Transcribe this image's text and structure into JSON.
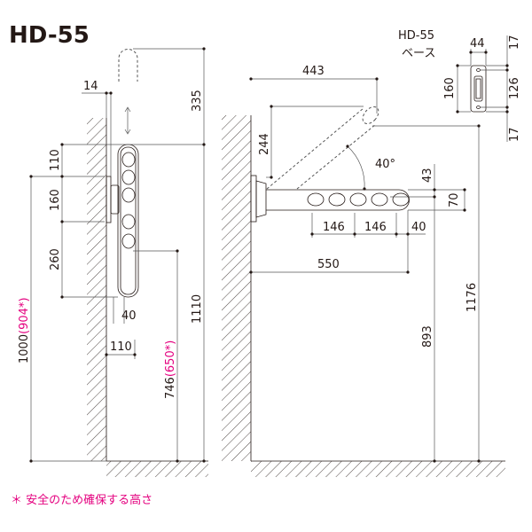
{
  "title": "HD-55",
  "left_view": {
    "dims": {
      "d14": "14",
      "d335": "335",
      "d110": "110",
      "d160": "160",
      "d260": "260",
      "d1000": "1000",
      "d1000_alt": "(904*)",
      "d40": "40",
      "d110b": "110",
      "d746": "746",
      "d746_alt": "(650*)",
      "d1110": "1110"
    }
  },
  "right_view": {
    "dims": {
      "d443": "443",
      "d244": "244",
      "angle": "40°",
      "d43": "43",
      "d70": "70",
      "d146a": "146",
      "d146b": "146",
      "d40": "40",
      "d550": "550",
      "d893": "893",
      "d1176": "1176"
    }
  },
  "base_inset": {
    "model": "HD-55",
    "label": "ベース",
    "dims": {
      "d44": "44",
      "d160": "160",
      "d126": "126",
      "d17a": "17",
      "d17b": "17"
    }
  },
  "footnote": "＊ 安全のため確保する高さ",
  "colors": {
    "accent": "#e4007f",
    "line": "#231815"
  }
}
